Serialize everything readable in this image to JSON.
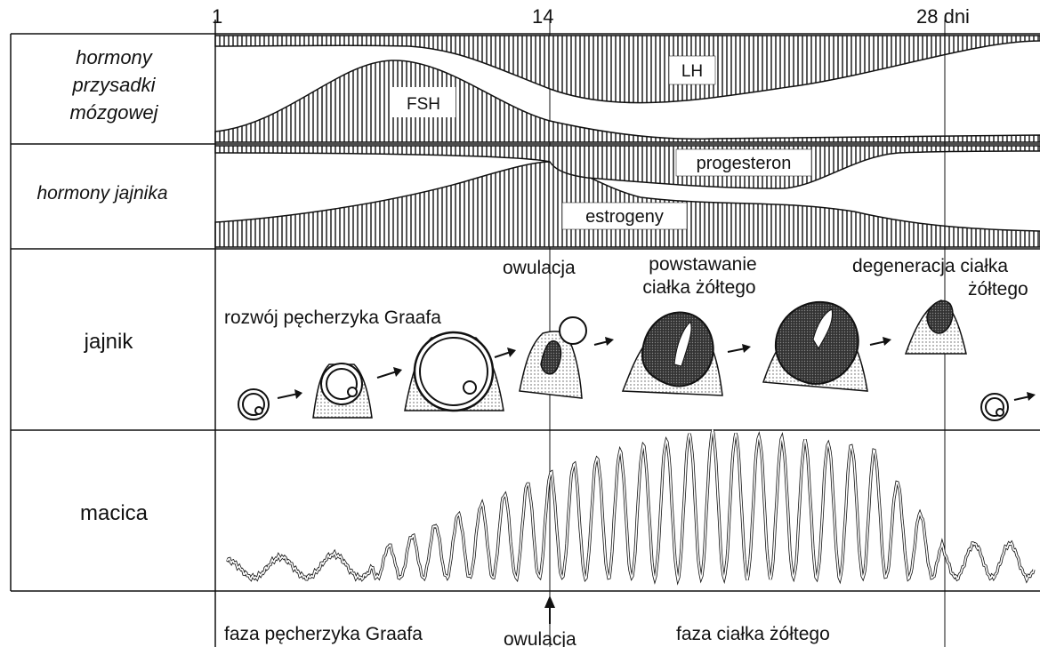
{
  "axis": {
    "day_start": "1",
    "day_mid": "14",
    "day_end": "28 dni"
  },
  "rows": {
    "pituitary": {
      "label_line1": "hormony",
      "label_line2": "przysadki",
      "label_line3": "mózgowej",
      "fsh": "FSH",
      "lh": "LH"
    },
    "ovarian": {
      "label": "hormony jajnika",
      "progesterone": "progesteron",
      "estrogens": "estrogeny"
    },
    "ovary": {
      "label": "jajnik",
      "graaf_development": "rozwój pęcherzyka Graafa",
      "ovulation": "owulacja",
      "formation_line1": "powstawanie",
      "formation_line2": "ciałka żółtego",
      "degeneration_line1": "degeneracja ciałka",
      "degeneration_line2": "żółtego"
    },
    "uterus": {
      "label": "macica"
    }
  },
  "phases": {
    "follicular": "faza pęcherzyka Graafa",
    "ovulation": "owulacja",
    "luteal": "faza ciałka żółtego"
  },
  "colors": {
    "ink": "#111111",
    "paper": "#ffffff",
    "stipple": "#555555"
  }
}
